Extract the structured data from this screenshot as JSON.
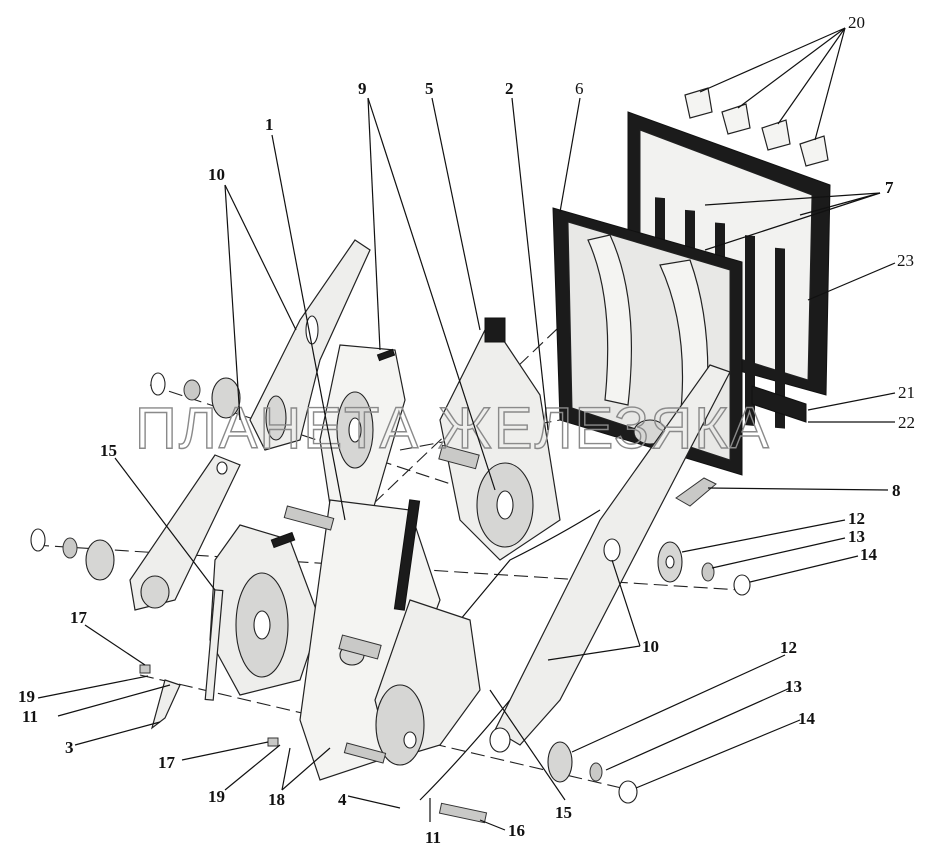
{
  "watermark": "ПЛАНЕТА ЖЕЛЕЗЯКА",
  "callouts": {
    "c1": "1",
    "c2": "2",
    "c3": "3",
    "c4": "4",
    "c5": "5",
    "c6": "6",
    "c7": "7",
    "c8": "8",
    "c9": "9",
    "c10a": "10",
    "c10b": "10",
    "c11a": "11",
    "c11b": "11",
    "c12a": "12",
    "c12b": "12",
    "c13a": "13",
    "c13b": "13",
    "c14a": "14",
    "c14b": "14",
    "c15a": "15",
    "c15b": "15",
    "c16": "16",
    "c17a": "17",
    "c17b": "17",
    "c18": "18",
    "c19a": "19",
    "c19b": "19",
    "c20": "20",
    "c21": "21",
    "c22": "22",
    "c23": "23"
  }
}
